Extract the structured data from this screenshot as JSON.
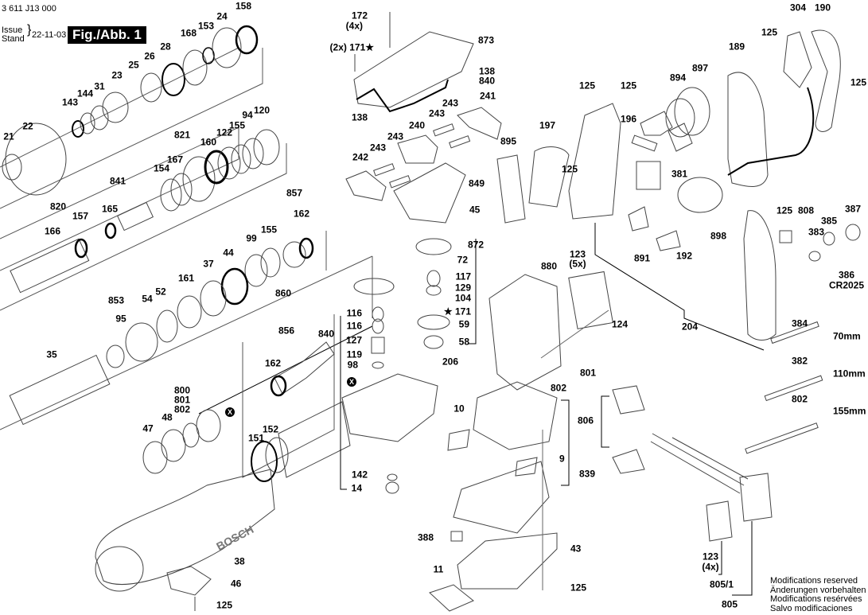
{
  "header": {
    "part_number": "3 611 J13 000",
    "issue_label": "Issue",
    "stand_label": "Stand",
    "issue_date": "22-11-03",
    "figure_label": "Fig./Abb. 1"
  },
  "footer_notes": [
    "Modifications reserved",
    "Änderungen vorbehalten",
    "Modifications resérvées",
    "Salvo modificaciones"
  ],
  "brand_on_housing": "BOSCH",
  "marker_x": "X",
  "labels": {
    "l158": "158",
    "l24": "24",
    "l153": "153",
    "l168": "168",
    "l28": "28",
    "l26": "26",
    "l25": "25",
    "l23": "23",
    "l31": "31",
    "l144": "144",
    "l143": "143",
    "l22": "22",
    "l21": "21",
    "l120": "120",
    "l94": "94",
    "l155a": "155",
    "l122": "122",
    "l160": "160",
    "l821": "821",
    "l167": "167",
    "l154": "154",
    "l841": "841",
    "l165": "165",
    "l820": "820",
    "l157": "157",
    "l166": "166",
    "l857": "857",
    "l162a": "162",
    "l155b": "155",
    "l99": "99",
    "l44": "44",
    "l37": "37",
    "l161": "161",
    "l52": "52",
    "l54": "54",
    "l853": "853",
    "l95": "95",
    "l35": "35",
    "l860": "860",
    "l856": "856",
    "l162b": "162",
    "l800": "800",
    "l801a": "801",
    "l802a": "802",
    "l48": "48",
    "l47": "47",
    "l151": "151",
    "l152": "152",
    "l38": "38",
    "l46": "46",
    "l125a": "125",
    "l172": "172",
    "l4x": "(4x)",
    "l2x171": "(2x) 171★",
    "l873": "873",
    "l138a": "138",
    "l840a": "840",
    "l138b": "138",
    "l241": "241",
    "l243a": "243",
    "l243b": "243",
    "l240": "240",
    "l243c": "243",
    "l243d": "243",
    "l242": "242",
    "l849": "849",
    "l45": "45",
    "l895": "895",
    "l197": "197",
    "l872": "872",
    "l72": "72",
    "l117": "117",
    "l129": "129",
    "l104": "104",
    "l171": "★ 171",
    "l59": "59",
    "l58": "58",
    "l840b": "840",
    "l116a": "116",
    "l116b": "116",
    "l127": "127",
    "l119": "119",
    "l98": "98",
    "l206": "206",
    "l142": "142",
    "l14": "14",
    "l10": "10",
    "l880": "880",
    "l123a": "123",
    "l5x": "(5x)",
    "l124": "124",
    "l801b": "801",
    "l802b": "802",
    "l9": "9",
    "l839": "839",
    "l388": "388",
    "l43": "43",
    "l11": "11",
    "l125b": "125",
    "l304": "304",
    "l190": "190",
    "l125c": "125",
    "l189": "189",
    "l897": "897",
    "l894": "894",
    "l125d": "125",
    "l125e": "125",
    "l196": "196",
    "l125f": "125",
    "l125g": "125",
    "l381": "381",
    "l898": "898",
    "l891": "891",
    "l192": "192",
    "l125h": "125",
    "l808": "808",
    "l387": "387",
    "l385": "385",
    "l383": "383",
    "l386": "386",
    "lcr": "CR2025",
    "l204": "204",
    "l384": "384",
    "l70": "70mm",
    "l382": "382",
    "l110": "110mm",
    "l802c": "802",
    "l155mm": "155mm",
    "l806": "806",
    "l123b": "123",
    "l4xb": "(4x)",
    "l8051": "805/1",
    "l805": "805"
  }
}
